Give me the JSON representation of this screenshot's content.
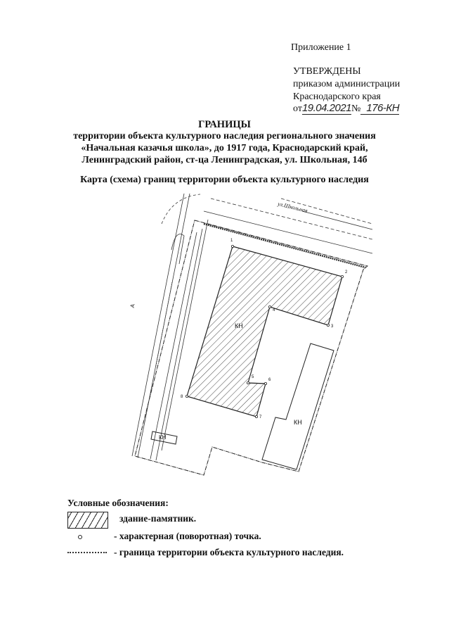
{
  "header": {
    "appendix": "Приложение 1",
    "approved": "УТВЕРЖДЕНЫ",
    "order_line1": "приказом администрации",
    "order_line2": "Краснодарского края",
    "date_prefix": "от",
    "date_value": "19.04.2021",
    "number_prefix": "№",
    "number_value": "176-КН"
  },
  "title": {
    "main": "ГРАНИЦЫ",
    "line1": "территории объекта культурного наследия регионального значения",
    "line2": "«Начальная казачья школа», до 1917 года, Краснодарский край,",
    "line3": "Ленинградский район, ст-ца Ленинградская, ул. Школьная, 14б",
    "map_caption": "Карта (схема) границ территории объекта культурного наследия"
  },
  "map": {
    "building_label": "КН",
    "street_label": "ул.Школьная",
    "road_label": "А",
    "point_numbers": [
      "1",
      "2",
      "3",
      "4",
      "5",
      "6",
      "7",
      "8"
    ]
  },
  "legend": {
    "title": "Условные обозначения:",
    "items": [
      {
        "symbol": "hatched-box",
        "text": "здание-памятник."
      },
      {
        "symbol": "dot",
        "text": "- характерная (поворотная) точка."
      },
      {
        "symbol": "boundary-line",
        "text": "- граница территории объекта культурного наследия."
      }
    ]
  }
}
